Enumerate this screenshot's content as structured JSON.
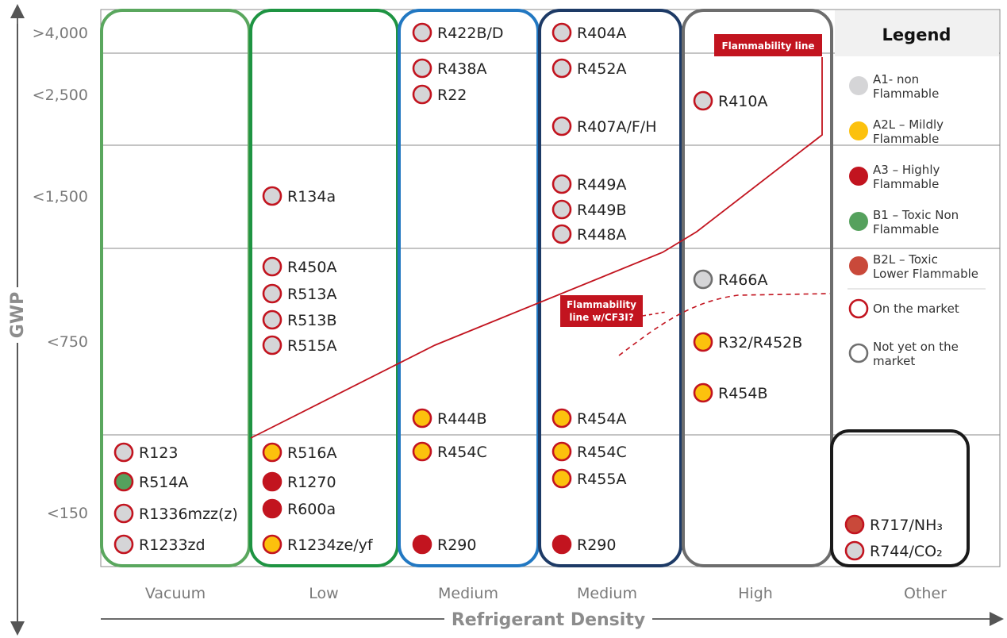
{
  "axes": {
    "y_title": "GWP",
    "x_title": "Refrigerant Density"
  },
  "gwp_levels": [
    ">4,000",
    "<2,500",
    "<1,500",
    "<750",
    "<150"
  ],
  "columns": [
    {
      "key": "vacuum",
      "label": "Vacuum",
      "border": "#5aa75e"
    },
    {
      "key": "low",
      "label": "Low",
      "border": "#1e9442"
    },
    {
      "key": "medium1",
      "label": "Medium",
      "border": "#2278c2"
    },
    {
      "key": "medium2",
      "label": "Medium",
      "border": "#1d3a66"
    },
    {
      "key": "high",
      "label": "High",
      "border": "#6d6d6d"
    },
    {
      "key": "other",
      "label": "Other",
      "border": "#1a1a1a"
    }
  ],
  "refrigerants": [
    {
      "name": "R123",
      "column": "vacuum",
      "class": "A1",
      "status": "market"
    },
    {
      "name": "R514A",
      "column": "vacuum",
      "class": "B1",
      "status": "market"
    },
    {
      "name": "R1336mzz(z)",
      "column": "vacuum",
      "class": "A1",
      "status": "market"
    },
    {
      "name": "R1233zd",
      "column": "vacuum",
      "class": "A1",
      "status": "market"
    },
    {
      "name": "R134a",
      "column": "low",
      "class": "A1",
      "status": "market"
    },
    {
      "name": "R450A",
      "column": "low",
      "class": "A1",
      "status": "market"
    },
    {
      "name": "R513A",
      "column": "low",
      "class": "A1",
      "status": "market"
    },
    {
      "name": "R513B",
      "column": "low",
      "class": "A1",
      "status": "market"
    },
    {
      "name": "R515A",
      "column": "low",
      "class": "A1",
      "status": "market"
    },
    {
      "name": "R516A",
      "column": "low",
      "class": "A2L",
      "status": "market"
    },
    {
      "name": "R1270",
      "column": "low",
      "class": "A3",
      "status": "market"
    },
    {
      "name": "R600a",
      "column": "low",
      "class": "A3",
      "status": "market"
    },
    {
      "name": "R1234ze/yf",
      "column": "low",
      "class": "A2L",
      "status": "market"
    },
    {
      "name": "R422B/D",
      "column": "medium1",
      "class": "A1",
      "status": "market"
    },
    {
      "name": "R438A",
      "column": "medium1",
      "class": "A1",
      "status": "market"
    },
    {
      "name": "R22",
      "column": "medium1",
      "class": "A1",
      "status": "market"
    },
    {
      "name": "R444B",
      "column": "medium1",
      "class": "A2L",
      "status": "market"
    },
    {
      "name": "R454C",
      "column": "medium1",
      "class": "A2L",
      "status": "market"
    },
    {
      "name": "R290",
      "column": "medium1",
      "class": "A3",
      "status": "market"
    },
    {
      "name": "R404A",
      "column": "medium2",
      "class": "A1",
      "status": "market"
    },
    {
      "name": "R452A",
      "column": "medium2",
      "class": "A1",
      "status": "market"
    },
    {
      "name": "R407A/F/H",
      "column": "medium2",
      "class": "A1",
      "status": "market"
    },
    {
      "name": "R449A",
      "column": "medium2",
      "class": "A1",
      "status": "market"
    },
    {
      "name": "R449B",
      "column": "medium2",
      "class": "A1",
      "status": "market"
    },
    {
      "name": "R448A",
      "column": "medium2",
      "class": "A1",
      "status": "market"
    },
    {
      "name": "R454A",
      "column": "medium2",
      "class": "A2L",
      "status": "market"
    },
    {
      "name": "R454C",
      "column": "medium2",
      "class": "A2L",
      "status": "market"
    },
    {
      "name": "R455A",
      "column": "medium2",
      "class": "A2L",
      "status": "market"
    },
    {
      "name": "R290",
      "column": "medium2",
      "class": "A3",
      "status": "market"
    },
    {
      "name": "R410A",
      "column": "high",
      "class": "A1",
      "status": "market"
    },
    {
      "name": "R466A",
      "column": "high",
      "class": "A1",
      "status": "not_yet"
    },
    {
      "name": "R32/R452B",
      "column": "high",
      "class": "A2L",
      "status": "market"
    },
    {
      "name": "R454B",
      "column": "high",
      "class": "A2L",
      "status": "market"
    },
    {
      "name": "R717/NH₃",
      "column": "other",
      "class": "B2L",
      "status": "market"
    },
    {
      "name": "R744/CO₂",
      "column": "other",
      "class": "A1",
      "status": "market"
    }
  ],
  "annotations": {
    "flammability_line": "Flammability line",
    "flammability_line_cf3i_1": "Flammability",
    "flammability_line_cf3i_2": "line w/CF3I?"
  },
  "legend": {
    "title": "Legend",
    "classes": [
      {
        "key": "A1",
        "color": "#d5d5d7",
        "line1": "A1- non",
        "line2": "Flammable"
      },
      {
        "key": "A2L",
        "color": "#fcc10d",
        "line1": "A2L – Mildly",
        "line2": "Flammable"
      },
      {
        "key": "A3",
        "color": "#c2141f",
        "line1": "A3 – Highly",
        "line2": "Flammable"
      },
      {
        "key": "B1",
        "color": "#55a15d",
        "line1": "B1 – Toxic Non",
        "line2": "Flammable"
      },
      {
        "key": "B2L",
        "color": "#c9493a",
        "line1": "B2L – Toxic",
        "line2": "Lower Flammable"
      }
    ],
    "status": [
      {
        "key": "market",
        "ring": "#c2141f",
        "line1": "On the market",
        "line2": ""
      },
      {
        "key": "not_yet",
        "ring": "#6f6f6f",
        "line1": "Not yet on the",
        "line2": "market"
      }
    ]
  },
  "colors": {
    "flammability": "#c2141f",
    "grid": "#8a8a8a",
    "axis": "#555555",
    "legend_header_bg": "#f1f1f1"
  }
}
